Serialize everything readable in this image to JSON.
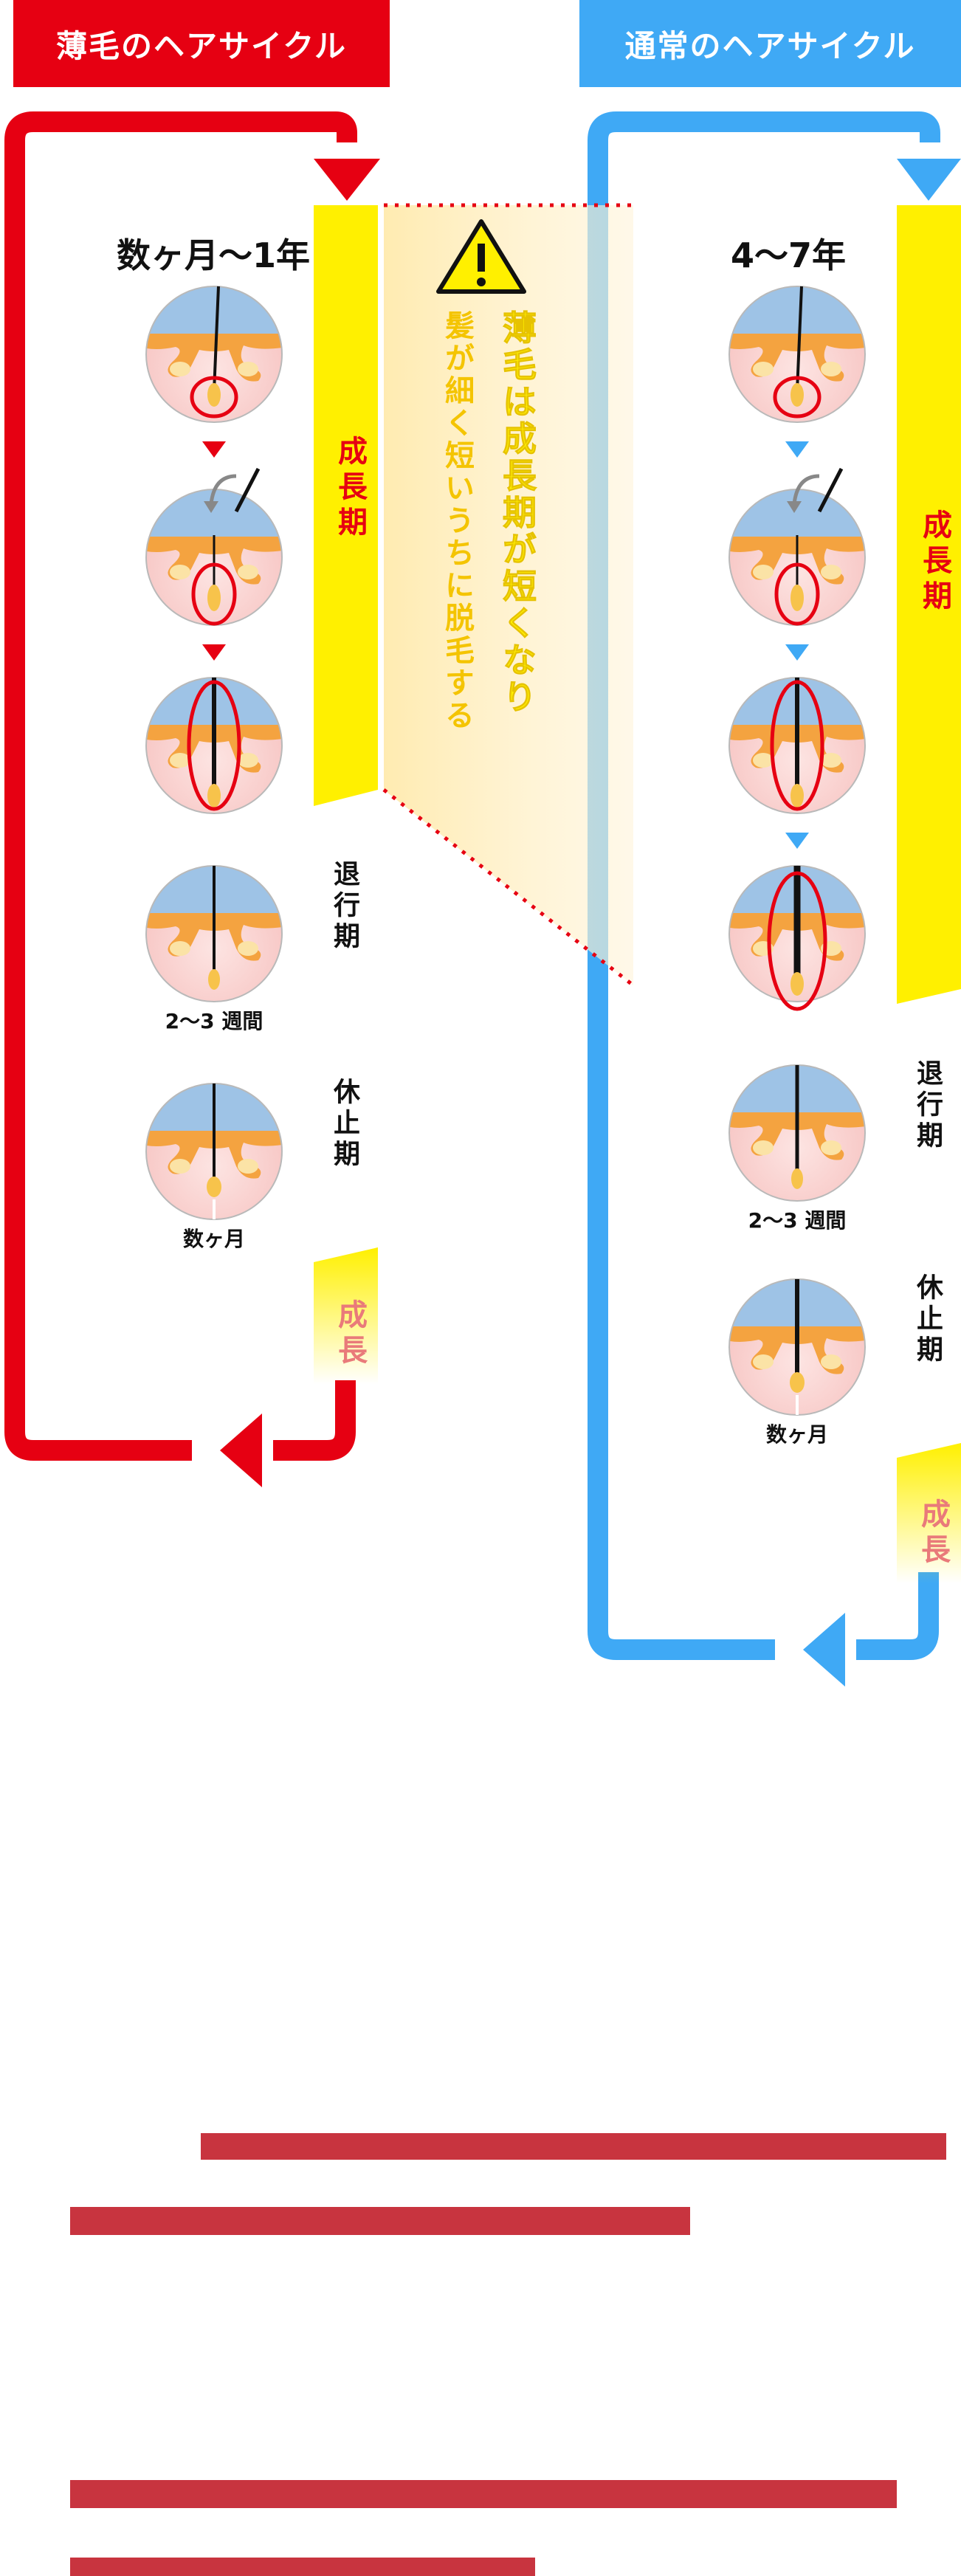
{
  "thinning": {
    "title": "薄毛のヘアサイクル",
    "growth_period": "数ヶ月〜1年",
    "growth_label": "成長期",
    "catagen_label": "退行期",
    "catagen_duration": "2〜3 週間",
    "telogen_label": "休止期",
    "telogen_duration": "数ヶ月",
    "next_label": "成長"
  },
  "normal": {
    "title": "通常のヘアサイクル",
    "growth_period": "4〜7年",
    "growth_label": "成長期",
    "catagen_label": "退行期",
    "catagen_duration": "2〜3 週間",
    "telogen_label": "休止期",
    "telogen_duration": "数ヶ月",
    "next_label": "成長"
  },
  "warning": {
    "line1": "薄毛は成長期が短くなり",
    "line2": "髪が細く短いうちに脱毛する"
  },
  "colors": {
    "red": "#e60012",
    "blue": "#3fa9f5",
    "yellow": "#fff000",
    "bottom_bar": "#c8343f"
  }
}
